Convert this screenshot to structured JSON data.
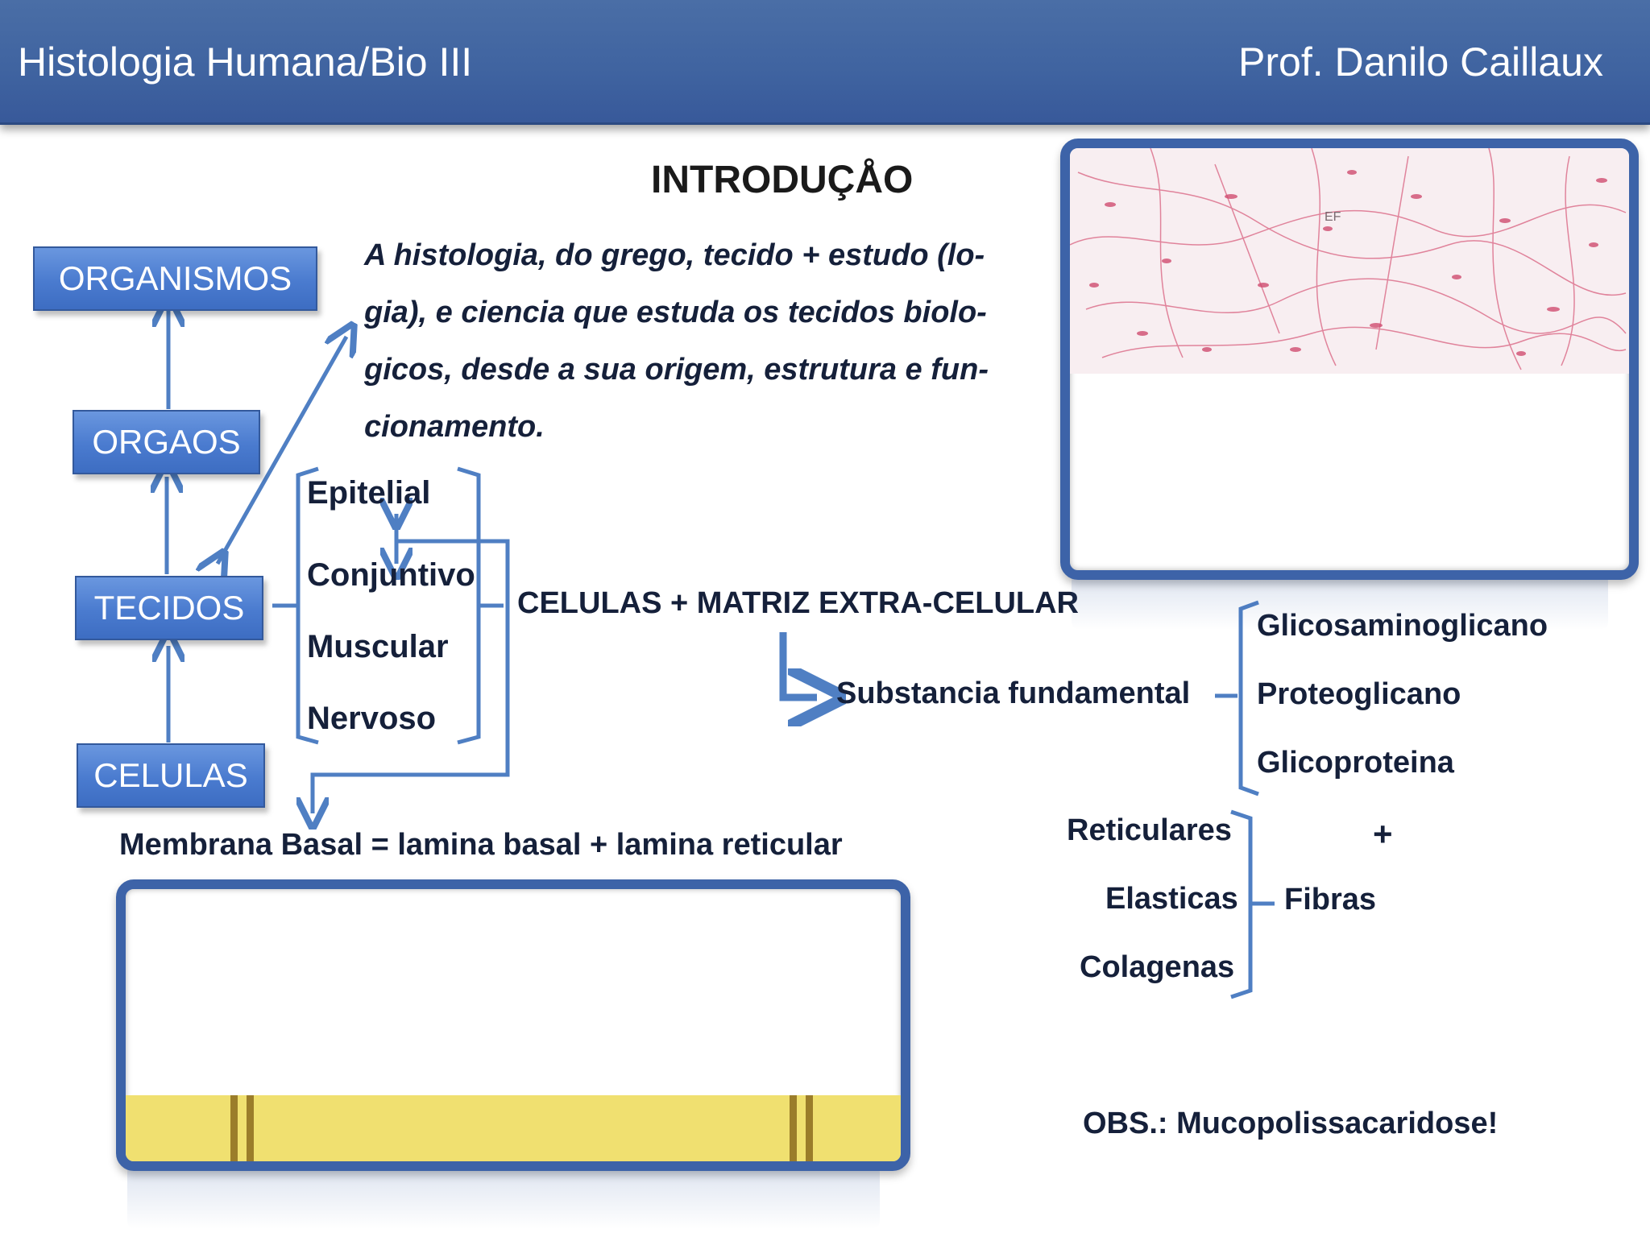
{
  "header": {
    "course": "Histologia Humana/Bio III",
    "professor": "Prof. Danilo Caillaux"
  },
  "title": "INTRODUÇÅO",
  "intro_lines": [
    "A histologia, do grego, tecido + estudo (lo-",
    "gia), e ciencia que estuda os tecidos biolo-",
    "gicos, desde a sua origem, estrutura e fun-",
    "cionamento."
  ],
  "hierarchy": {
    "organismos": "ORGANISMOS",
    "orgaos": "ORGAOS",
    "tecidos": "TECIDOS",
    "celulas": "CELULAS"
  },
  "tissue_types": [
    "Epitelial",
    "Conjuntivo",
    "Muscular",
    "Nervoso"
  ],
  "composition": "CELULAS + MATRIZ EXTRA-CELULAR",
  "ground_substance": {
    "label": "Substancia fundamental",
    "items": [
      "Glicosaminoglicano",
      "Proteoglicano",
      "Glicoproteina"
    ]
  },
  "plus": "+",
  "fibers": {
    "label": "Fibras",
    "items": [
      "Reticulares",
      "Elasticas",
      "Colagenas"
    ]
  },
  "basement_membrane": "Membrana Basal = lamina basal + lamina reticular",
  "note": "OBS.: Mucopolissacaridose!",
  "image_label": "EF",
  "colors": {
    "header": "#3f63a0",
    "box": "#4a7bcf",
    "arrow": "#4f7fc3",
    "frame": "#3d63a8",
    "tissue_stain": "#d9607f",
    "membrane_band": "#f0e070"
  }
}
